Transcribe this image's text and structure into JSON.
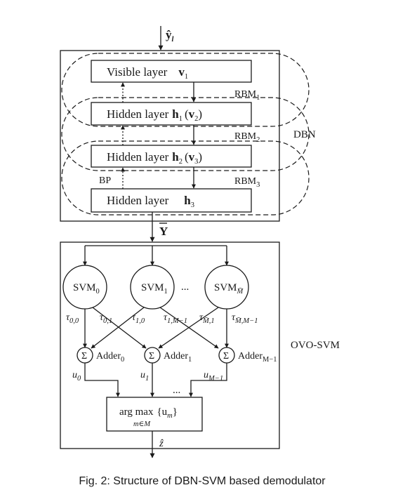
{
  "dbn": {
    "module_label": "DBN",
    "input_symbol": "ŷ",
    "input_sub": "l",
    "layers": {
      "visible_text": "Visible layer",
      "visible_var": "v",
      "visible_sub": "1",
      "hidden1_text": "Hidden layer",
      "hidden1_var": "h",
      "hidden1_sub": "1",
      "hidden1_arg_var": "v",
      "hidden1_arg_sub": "2",
      "hidden2_text": "Hidden layer",
      "hidden2_var": "h",
      "hidden2_sub": "2",
      "hidden2_arg_var": "v",
      "hidden2_arg_sub": "3",
      "hidden3_text": "Hidden layer",
      "hidden3_var": "h",
      "hidden3_sub": "3"
    },
    "rbm": {
      "base": "RBM",
      "sub1": "1",
      "sub2": "2",
      "sub3": "3"
    },
    "bp_label": "BP"
  },
  "output_symbol": "Y",
  "svm": {
    "module_label": "OVO-SVM",
    "node_base": "SVM",
    "node0_sub": "0",
    "node1_sub": "1",
    "node_last_sub": "M̄",
    "ellipsis": "...",
    "weights": {
      "tau": "τ",
      "w00": "0,0",
      "w01": "0,1",
      "w10": "1,0",
      "w1M": "1,M−1",
      "wM1": "M̄,1",
      "wMM": "M̄,M−1"
    },
    "sigma": "Σ",
    "adder_base": "Adder",
    "adder0_sub": "0",
    "adder1_sub": "1",
    "adder_last_sub": "M−1",
    "u": "u",
    "u0_sub": "0",
    "u1_sub": "1",
    "u_last_sub": "M−1",
    "argmax_text": "arg max",
    "argmax_set": "{u",
    "argmax_set_sub": "m",
    "argmax_close": "}",
    "argmax_under": "m∈M",
    "final_output": "ẑ"
  },
  "caption": "Fig. 2: Structure of DBN-SVM based demodulator"
}
